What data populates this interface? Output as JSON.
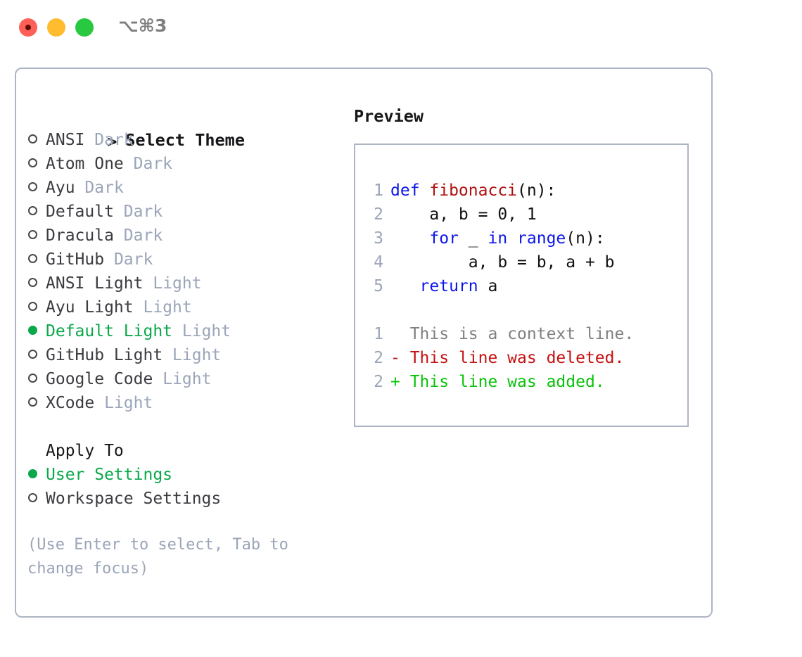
{
  "titlebar": {
    "shortcut": "⌥⌘3",
    "lights": [
      "close-red",
      "minimize-amber",
      "maximize-green"
    ]
  },
  "theme_picker": {
    "header": "> Select Theme",
    "header_prompt": ">",
    "header_text": "Select Theme",
    "items": [
      {
        "name": "ANSI",
        "tag": "Dark",
        "selected": false
      },
      {
        "name": "Atom One",
        "tag": "Dark",
        "selected": false
      },
      {
        "name": "Ayu",
        "tag": "Dark",
        "selected": false
      },
      {
        "name": "Default",
        "tag": "Dark",
        "selected": false
      },
      {
        "name": "Dracula",
        "tag": "Dark",
        "selected": false
      },
      {
        "name": "GitHub",
        "tag": "Dark",
        "selected": false
      },
      {
        "name": "ANSI Light",
        "tag": "Light",
        "selected": false
      },
      {
        "name": "Ayu Light",
        "tag": "Light",
        "selected": false
      },
      {
        "name": "Default Light",
        "tag": "Light",
        "selected": true
      },
      {
        "name": "GitHub Light",
        "tag": "Light",
        "selected": false
      },
      {
        "name": "Google Code",
        "tag": "Light",
        "selected": false
      },
      {
        "name": "XCode",
        "tag": "Light",
        "selected": false
      }
    ]
  },
  "apply_to": {
    "header": "Apply To",
    "options": [
      {
        "label": "User Settings",
        "selected": true
      },
      {
        "label": "Workspace Settings",
        "selected": false
      }
    ]
  },
  "hint": "(Use Enter to select, Tab to change focus)",
  "preview": {
    "title": "Preview",
    "code_lines": [
      {
        "num": "1",
        "segments": [
          {
            "t": "def ",
            "c": "kw"
          },
          {
            "t": "fibonacci",
            "c": "fn"
          },
          {
            "t": "(n):",
            "c": "txt"
          }
        ]
      },
      {
        "num": "2",
        "segments": [
          {
            "t": "    a, b = 0, 1",
            "c": "txt"
          }
        ]
      },
      {
        "num": "3",
        "segments": [
          {
            "t": "    ",
            "c": "txt"
          },
          {
            "t": "for",
            "c": "kw"
          },
          {
            "t": " _ ",
            "c": "txt"
          },
          {
            "t": "in",
            "c": "kw"
          },
          {
            "t": " ",
            "c": "txt"
          },
          {
            "t": "range",
            "c": "kw"
          },
          {
            "t": "(n):",
            "c": "txt"
          }
        ]
      },
      {
        "num": "4",
        "segments": [
          {
            "t": "        a, b = b, a + b",
            "c": "txt"
          }
        ]
      },
      {
        "num": "5",
        "segments": [
          {
            "t": "   ",
            "c": "txt"
          },
          {
            "t": "return",
            "c": "kw"
          },
          {
            "t": " a",
            "c": "txt"
          }
        ]
      }
    ],
    "diff_lines": [
      {
        "num": "1",
        "marker": " ",
        "text": " This is a context line.",
        "kind": "ctx"
      },
      {
        "num": "2",
        "marker": "-",
        "text": " This line was deleted.",
        "kind": "del"
      },
      {
        "num": "2",
        "marker": "+",
        "text": " This line was added.",
        "kind": "add"
      }
    ]
  },
  "colors": {
    "accent_green": "#0aa84a",
    "tag_gray": "#9aa5b8",
    "border": "#adb5c4",
    "keyword_blue": "#0b16e8",
    "function_red": "#b01010",
    "diff_delete": "#c51111",
    "diff_add": "#0ac20a",
    "light_red": "#ff5f57",
    "light_amber": "#febc2e",
    "light_green": "#28c840"
  }
}
